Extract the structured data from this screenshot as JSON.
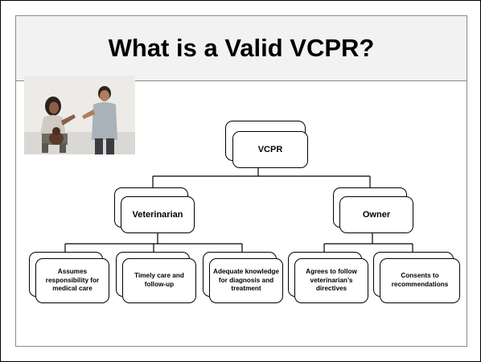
{
  "slide": {
    "title": "What is a Valid VCPR?"
  },
  "photo": {
    "description_icon": "people-talking-photo"
  },
  "diagram": {
    "root": {
      "label": "VCPR"
    },
    "branches": [
      {
        "label": "Veterinarian",
        "children": [
          {
            "label": "Assumes responsibility for medical care"
          },
          {
            "label": "Timely care and follow-up"
          },
          {
            "label": "Adequate knowledge for diagnosis and treatment"
          }
        ]
      },
      {
        "label": "Owner",
        "children": [
          {
            "label": "Agrees to follow veterinarian’s directives"
          },
          {
            "label": "Consents to recommendations"
          }
        ]
      }
    ]
  }
}
